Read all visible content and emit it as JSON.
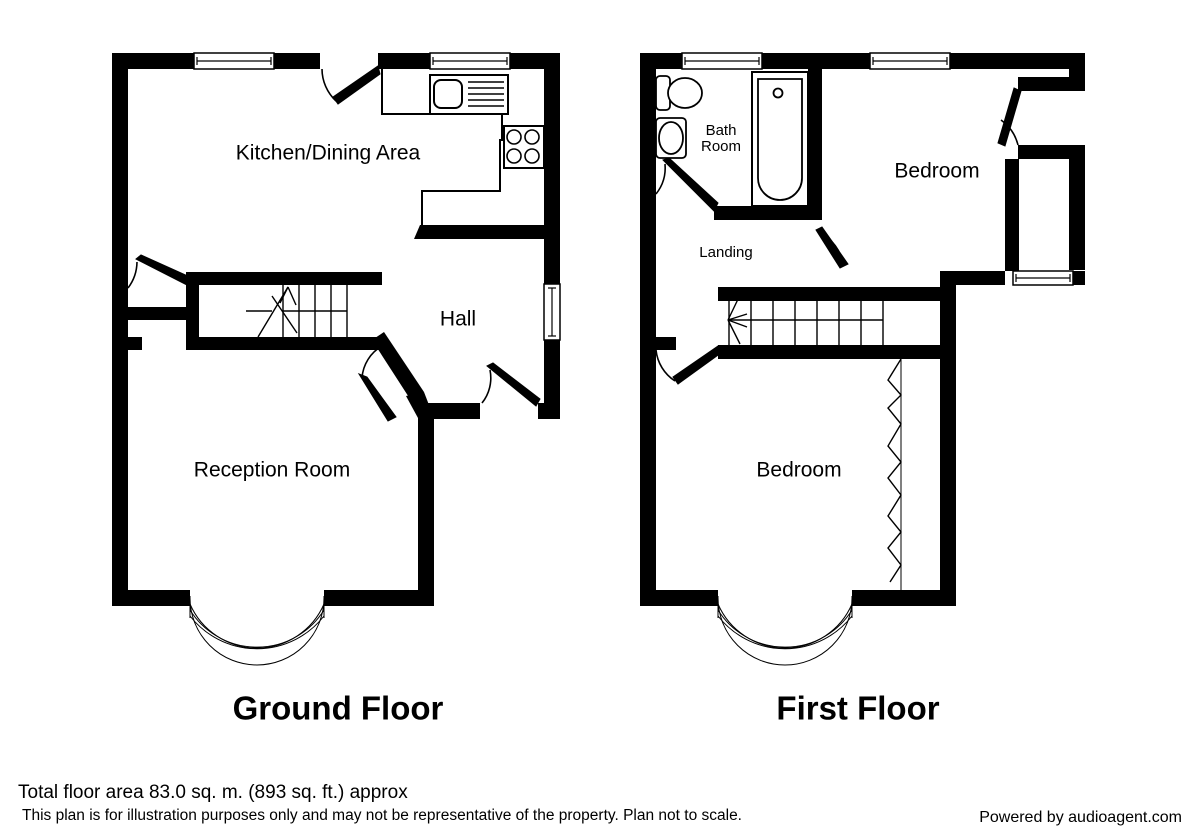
{
  "document": {
    "type": "floor-plan",
    "background_color": "#ffffff",
    "line_color": "#000000"
  },
  "floors": [
    {
      "id": "ground",
      "title": "Ground Floor",
      "rooms": [
        {
          "name": "Kitchen/Dining Area",
          "label": "Kitchen/Dining Area"
        },
        {
          "name": "Hall",
          "label": "Hall"
        },
        {
          "name": "Reception Room",
          "label": "Reception Room"
        }
      ],
      "fixtures": [
        {
          "name": "kitchen-sink-unit",
          "label": "sink-icon"
        },
        {
          "name": "kitchen-hob",
          "label": "hob-icon"
        },
        {
          "name": "staircase",
          "label": "stairs-up-icon"
        },
        {
          "name": "bay-window",
          "label": "bay-window-icon"
        }
      ]
    },
    {
      "id": "first",
      "title": "First Floor",
      "rooms": [
        {
          "name": "Bath Room",
          "label_line1": "Bath",
          "label_line2": "Room"
        },
        {
          "name": "Bedroom (rear)",
          "label": "Bedroom"
        },
        {
          "name": "Landing",
          "label": "Landing"
        },
        {
          "name": "Bedroom (front)",
          "label": "Bedroom"
        }
      ],
      "fixtures": [
        {
          "name": "toilet",
          "label": "toilet-icon"
        },
        {
          "name": "wash-basin",
          "label": "basin-icon"
        },
        {
          "name": "bath-tub",
          "label": "bathtub-icon"
        },
        {
          "name": "staircase",
          "label": "stairs-down-icon"
        },
        {
          "name": "fitted-wardrobe",
          "label": "wardrobe-icon"
        },
        {
          "name": "bay-window",
          "label": "bay-window-icon"
        }
      ]
    }
  ],
  "footer": {
    "area_line": "Total floor area 83.0 sq. m. (893 sq. ft.) approx",
    "disclaimer": "This plan is for illustration purposes only and may not be representative of the property. Plan not to scale.",
    "brand": "Powered by audioagent.com"
  },
  "labels": {
    "ground_title": "Ground Floor",
    "first_title": "First Floor",
    "kitchen_dining": "Kitchen/Dining Area",
    "hall": "Hall",
    "reception_room": "Reception Room",
    "bath_line1": "Bath",
    "bath_line2": "Room",
    "landing": "Landing",
    "bedroom_rear": "Bedroom",
    "bedroom_front": "Bedroom"
  }
}
